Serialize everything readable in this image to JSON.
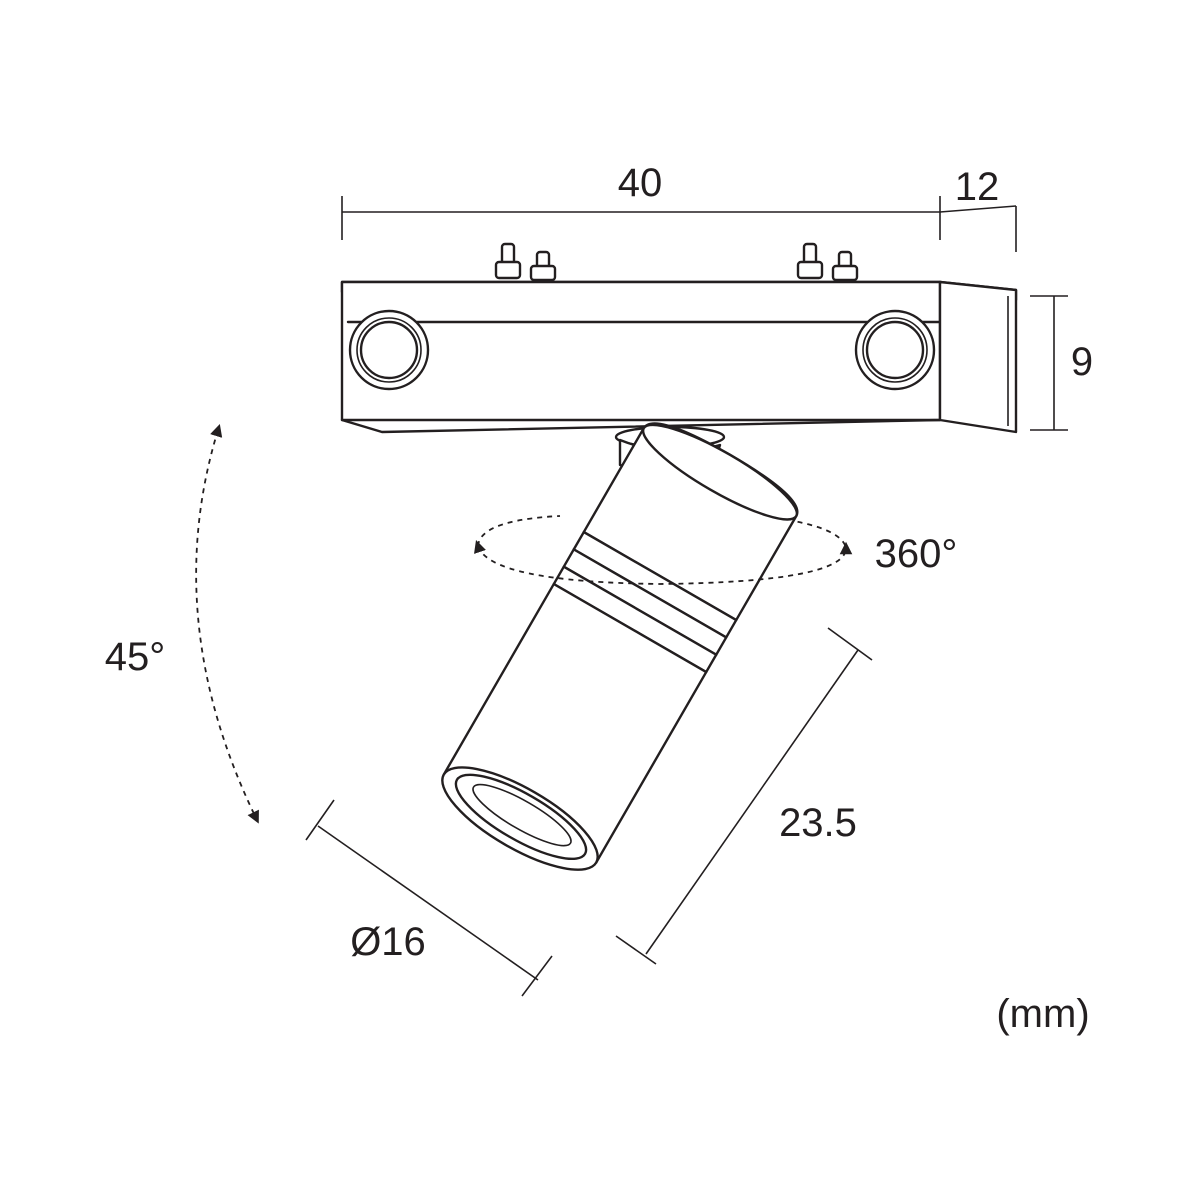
{
  "dimensions": {
    "width_label": "40",
    "depth_label": "12",
    "height_label": "9",
    "length_label": "23.5",
    "diameter_label": "Ø16",
    "tilt_label": "45°",
    "rotation_label": "360°",
    "unit_label": "(mm)"
  }
}
